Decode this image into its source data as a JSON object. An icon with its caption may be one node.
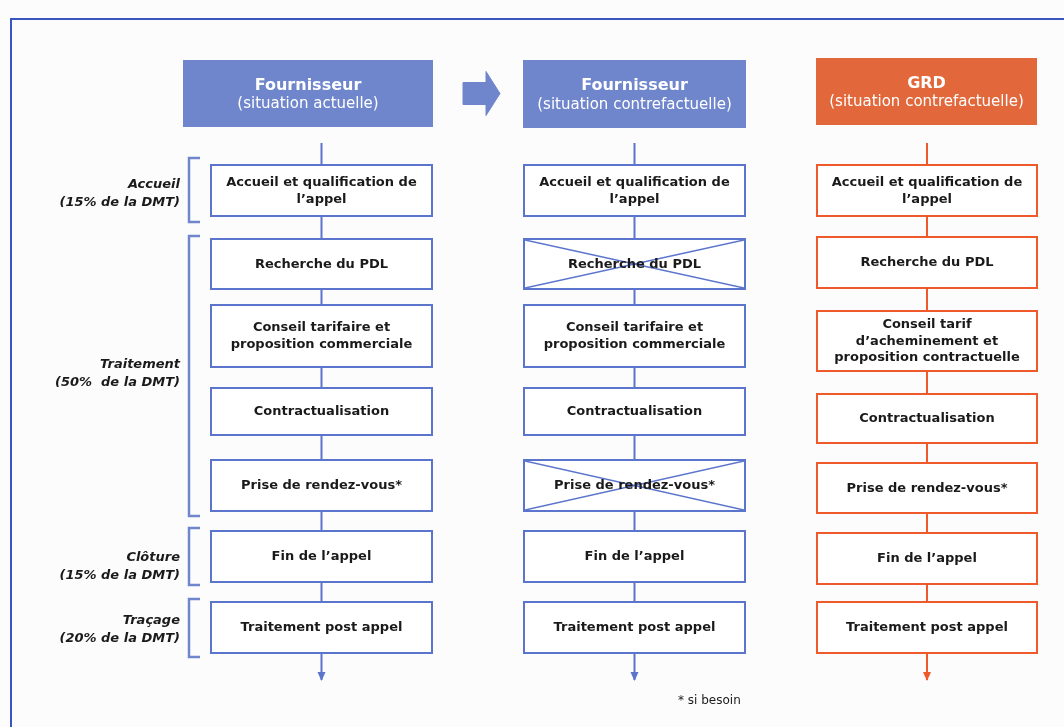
{
  "diagram": {
    "nodes": [
      {
        "text": [
          "Fournisseur",
          "(situation actuelle)"
        ]
      },
      {
        "text": [
          "Fournisseur",
          "(situation contrefactuelle)"
        ]
      },
      {
        "text": [
          "GRD",
          "(situation contrefactuelle)"
        ]
      },
      {
        "text": [
          "Accueil et qualification de l’appel"
        ]
      },
      {
        "text": [
          "Recherche du PDL"
        ]
      },
      {
        "text": [
          "Conseil tarifaire et proposition commerciale"
        ]
      },
      {
        "text": [
          "Contractualisation"
        ]
      },
      {
        "text": [
          "Prise de rendez-vous*"
        ]
      },
      {
        "text": [
          "Fin de l’appel"
        ]
      },
      {
        "text": [
          "Traitement post appel"
        ]
      },
      {
        "text": [
          "Accueil et qualification de l’appel"
        ]
      },
      {
        "text": [
          "Recherche du PDL"
        ]
      },
      {
        "text": [
          "Conseil tarifaire et proposition commerciale"
        ]
      },
      {
        "text": [
          "Contractualisation"
        ]
      },
      {
        "text": [
          "Prise de rendez-vous*"
        ]
      },
      {
        "text": [
          "Fin de l’appel"
        ]
      },
      {
        "text": [
          "Traitement post appel"
        ]
      },
      {
        "text": [
          "Accueil et qualification de l’appel"
        ]
      },
      {
        "text": [
          "Recherche du PDL"
        ]
      },
      {
        "text": [
          "Conseil tarif d’acheminement et proposition contractuelle"
        ]
      },
      {
        "text": [
          "Contractualisation"
        ]
      },
      {
        "text": [
          "Prise de rendez-vous*"
        ]
      },
      {
        "text": [
          "Fin de l’appel"
        ]
      },
      {
        "text": [
          "Traitement post appel"
        ]
      }
    ],
    "edges": [
      {
        "from": 0,
        "to": 1,
        "arrow": "to",
        "style": "thick"
      },
      {
        "from": null,
        "to": 3,
        "arrow": "none"
      },
      {
        "from": 3,
        "to": 4,
        "arrow": "none"
      },
      {
        "from": 4,
        "to": 5,
        "arrow": "none"
      },
      {
        "from": 5,
        "to": 6,
        "arrow": "none"
      },
      {
        "from": 6,
        "to": 7,
        "arrow": "none"
      },
      {
        "from": 7,
        "to": 8,
        "arrow": "none"
      },
      {
        "from": 8,
        "to": 9,
        "arrow": "none"
      },
      {
        "from": 9,
        "to": null,
        "arrow": "to"
      },
      {
        "from": null,
        "to": 10,
        "arrow": "none"
      },
      {
        "from": 10,
        "to": 11,
        "arrow": "none"
      },
      {
        "from": 11,
        "to": 12,
        "arrow": "none"
      },
      {
        "from": 12,
        "to": 13,
        "arrow": "none"
      },
      {
        "from": 13,
        "to": 14,
        "arrow": "none"
      },
      {
        "from": 14,
        "to": 15,
        "arrow": "none"
      },
      {
        "from": 15,
        "to": 16,
        "arrow": "none"
      },
      {
        "from": 16,
        "to": null,
        "arrow": "to"
      },
      {
        "from": null,
        "to": 17,
        "arrow": "none",
        "color": "#f05a2a"
      },
      {
        "from": 17,
        "to": 18,
        "arrow": "none",
        "color": "#f05a2a"
      },
      {
        "from": 18,
        "to": 19,
        "arrow": "none",
        "color": "#f05a2a"
      },
      {
        "from": 19,
        "to": 20,
        "arrow": "none",
        "color": "#f05a2a"
      },
      {
        "from": 20,
        "to": 21,
        "arrow": "none",
        "color": "#f05a2a"
      },
      {
        "from": 21,
        "to": 22,
        "arrow": "none",
        "color": "#f05a2a"
      },
      {
        "from": 22,
        "to": 23,
        "arrow": "none",
        "color": "#f05a2a"
      },
      {
        "from": 23,
        "to": null,
        "arrow": "to",
        "color": "#f05a2a"
      }
    ],
    "labels": [
      "Accueil",
      "(15% de la DMT)",
      "Traitement",
      "(50%  de la DMT)",
      "Clôture",
      "(15% de la DMT)",
      "Traçage",
      "(20% de la DMT)",
      "* si besoin"
    ]
  }
}
